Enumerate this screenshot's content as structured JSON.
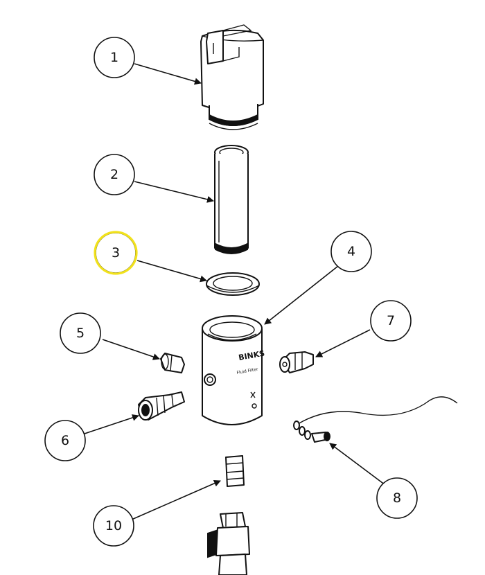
{
  "callouts": [
    {
      "id": "1",
      "label": "1"
    },
    {
      "id": "2",
      "label": "2"
    },
    {
      "id": "3",
      "label": "3",
      "highlighted": true
    },
    {
      "id": "4",
      "label": "4"
    },
    {
      "id": "5",
      "label": "5"
    },
    {
      "id": "6",
      "label": "6"
    },
    {
      "id": "7",
      "label": "7"
    },
    {
      "id": "8",
      "label": "8"
    },
    {
      "id": "10",
      "label": "10"
    }
  ],
  "body_marking": {
    "brand": "BINKS",
    "subtext": "Fluid Filter"
  },
  "colors": {
    "highlight": "#f2e21b",
    "ink": "#111111",
    "background": "#ffffff"
  }
}
